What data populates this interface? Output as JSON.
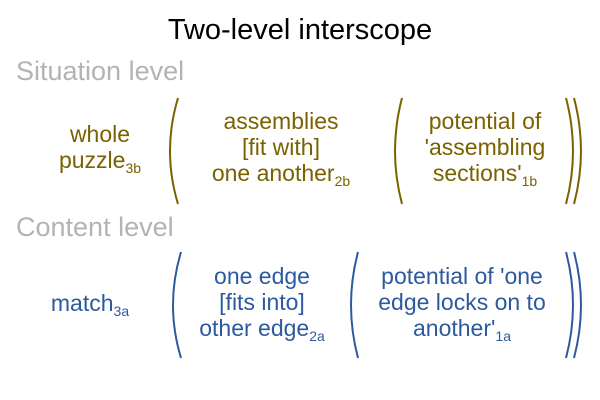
{
  "title": "Two-level interscope",
  "levels": {
    "situation": {
      "label": "Situation level",
      "color": "#7a6200",
      "node3": {
        "text": "whole",
        "text2": "puzzle",
        "sub": "3b"
      },
      "node2": {
        "line1": "assemblies",
        "line2": "[fit with]",
        "line3": "one another",
        "sub": "2b"
      },
      "node1": {
        "line1": "potential of",
        "line2": "'assembling",
        "line3": "sections'",
        "sub": "1b"
      }
    },
    "content": {
      "label": "Content level",
      "color": "#2d5a9e",
      "node3": {
        "text": "match",
        "sub": "3a"
      },
      "node2": {
        "line1": "one edge",
        "line2": "[fits into]",
        "line3": "other edge",
        "sub": "2a"
      },
      "node1": {
        "line1": "potential of 'one",
        "line2": "edge locks on to",
        "line3": "another'",
        "sub": "1a"
      }
    }
  }
}
